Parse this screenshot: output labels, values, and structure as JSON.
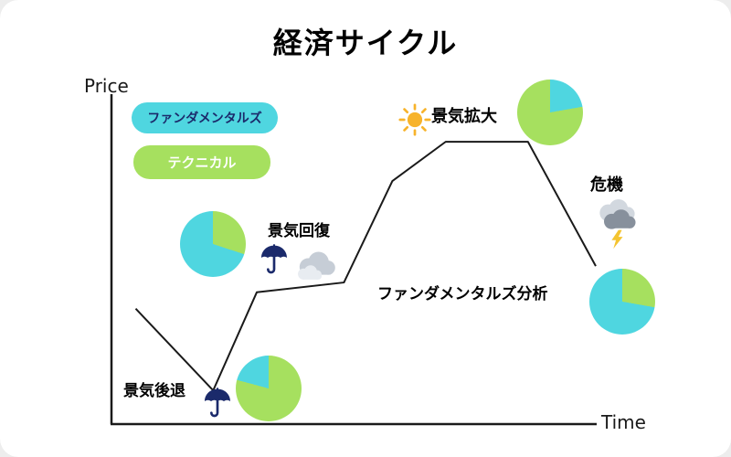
{
  "title": "経済サイクル",
  "axes": {
    "y_label": "Price",
    "x_label": "Time"
  },
  "legend": [
    {
      "label": "ファンダメンタルズ",
      "color": "#4fd6e0",
      "text_color": "#1b2a6b"
    },
    {
      "label": "テクニカル",
      "color": "#a6e05f",
      "text_color": "#ffffff"
    }
  ],
  "labels": {
    "recession": "景気後退",
    "recovery": "景気回復",
    "expansion": "景気拡大",
    "crisis": "危機",
    "analysis": "ファンダメンタルズ分析"
  },
  "icons": [
    {
      "name": "umbrella-icon",
      "meaning": "rain / downturn",
      "glyph": "☂"
    },
    {
      "name": "cloud-icon",
      "meaning": "cloudy / recovery",
      "glyph": "☁"
    },
    {
      "name": "sun-icon",
      "meaning": "sunny / expansion",
      "glyph": "☀"
    },
    {
      "name": "storm-lightning-icon",
      "meaning": "storm / crisis",
      "glyph": "⛈"
    }
  ],
  "colors": {
    "cyan": "#4fd6e0",
    "green": "#a6e05f",
    "navy": "#1b2a6b",
    "line": "#1a1a1a",
    "sun": "#f7b32b",
    "cloud_light": "#c6cdd6",
    "cloud_dark": "#87909c",
    "lightning": "#f4c430"
  },
  "pies": [
    {
      "main": "#4fd6e0",
      "accent": "#a6e05f",
      "from": 0,
      "to": 108
    },
    {
      "main": "#a6e05f",
      "accent": "#4fd6e0",
      "from": 0,
      "to": 80
    },
    {
      "main": "#4fd6e0",
      "accent": "#a6e05f",
      "from": 0,
      "to": 100
    },
    {
      "main": "#a6e05f",
      "accent": "#4fd6e0",
      "from": 285,
      "to": 360
    }
  ],
  "chart_data": {
    "type": "line",
    "title": "経済サイクル",
    "xlabel": "Time",
    "ylabel": "Price",
    "x_range": [
      0,
      100
    ],
    "y_range": [
      0,
      100
    ],
    "grid": false,
    "legend_position": "top-left",
    "series": [
      {
        "name": "economic-cycle-curve",
        "points": [
          [
            5,
            35
          ],
          [
            21,
            10
          ],
          [
            30,
            40
          ],
          [
            48,
            43
          ],
          [
            58,
            74
          ],
          [
            69,
            86
          ],
          [
            86,
            86
          ],
          [
            100,
            48
          ]
        ]
      }
    ],
    "stages": [
      {
        "label": "景気後退",
        "phase": "recession"
      },
      {
        "label": "景気回復",
        "phase": "recovery"
      },
      {
        "label": "景気拡大",
        "phase": "expansion"
      },
      {
        "label": "危機",
        "phase": "crisis"
      }
    ],
    "pie_shares": [
      {
        "position": "mid-left",
        "cyan": 70,
        "green": 30
      },
      {
        "position": "top-right",
        "green": 78,
        "cyan": 22
      },
      {
        "position": "right",
        "cyan": 72,
        "green": 28
      },
      {
        "position": "bottom",
        "green": 79,
        "cyan": 21
      }
    ]
  }
}
